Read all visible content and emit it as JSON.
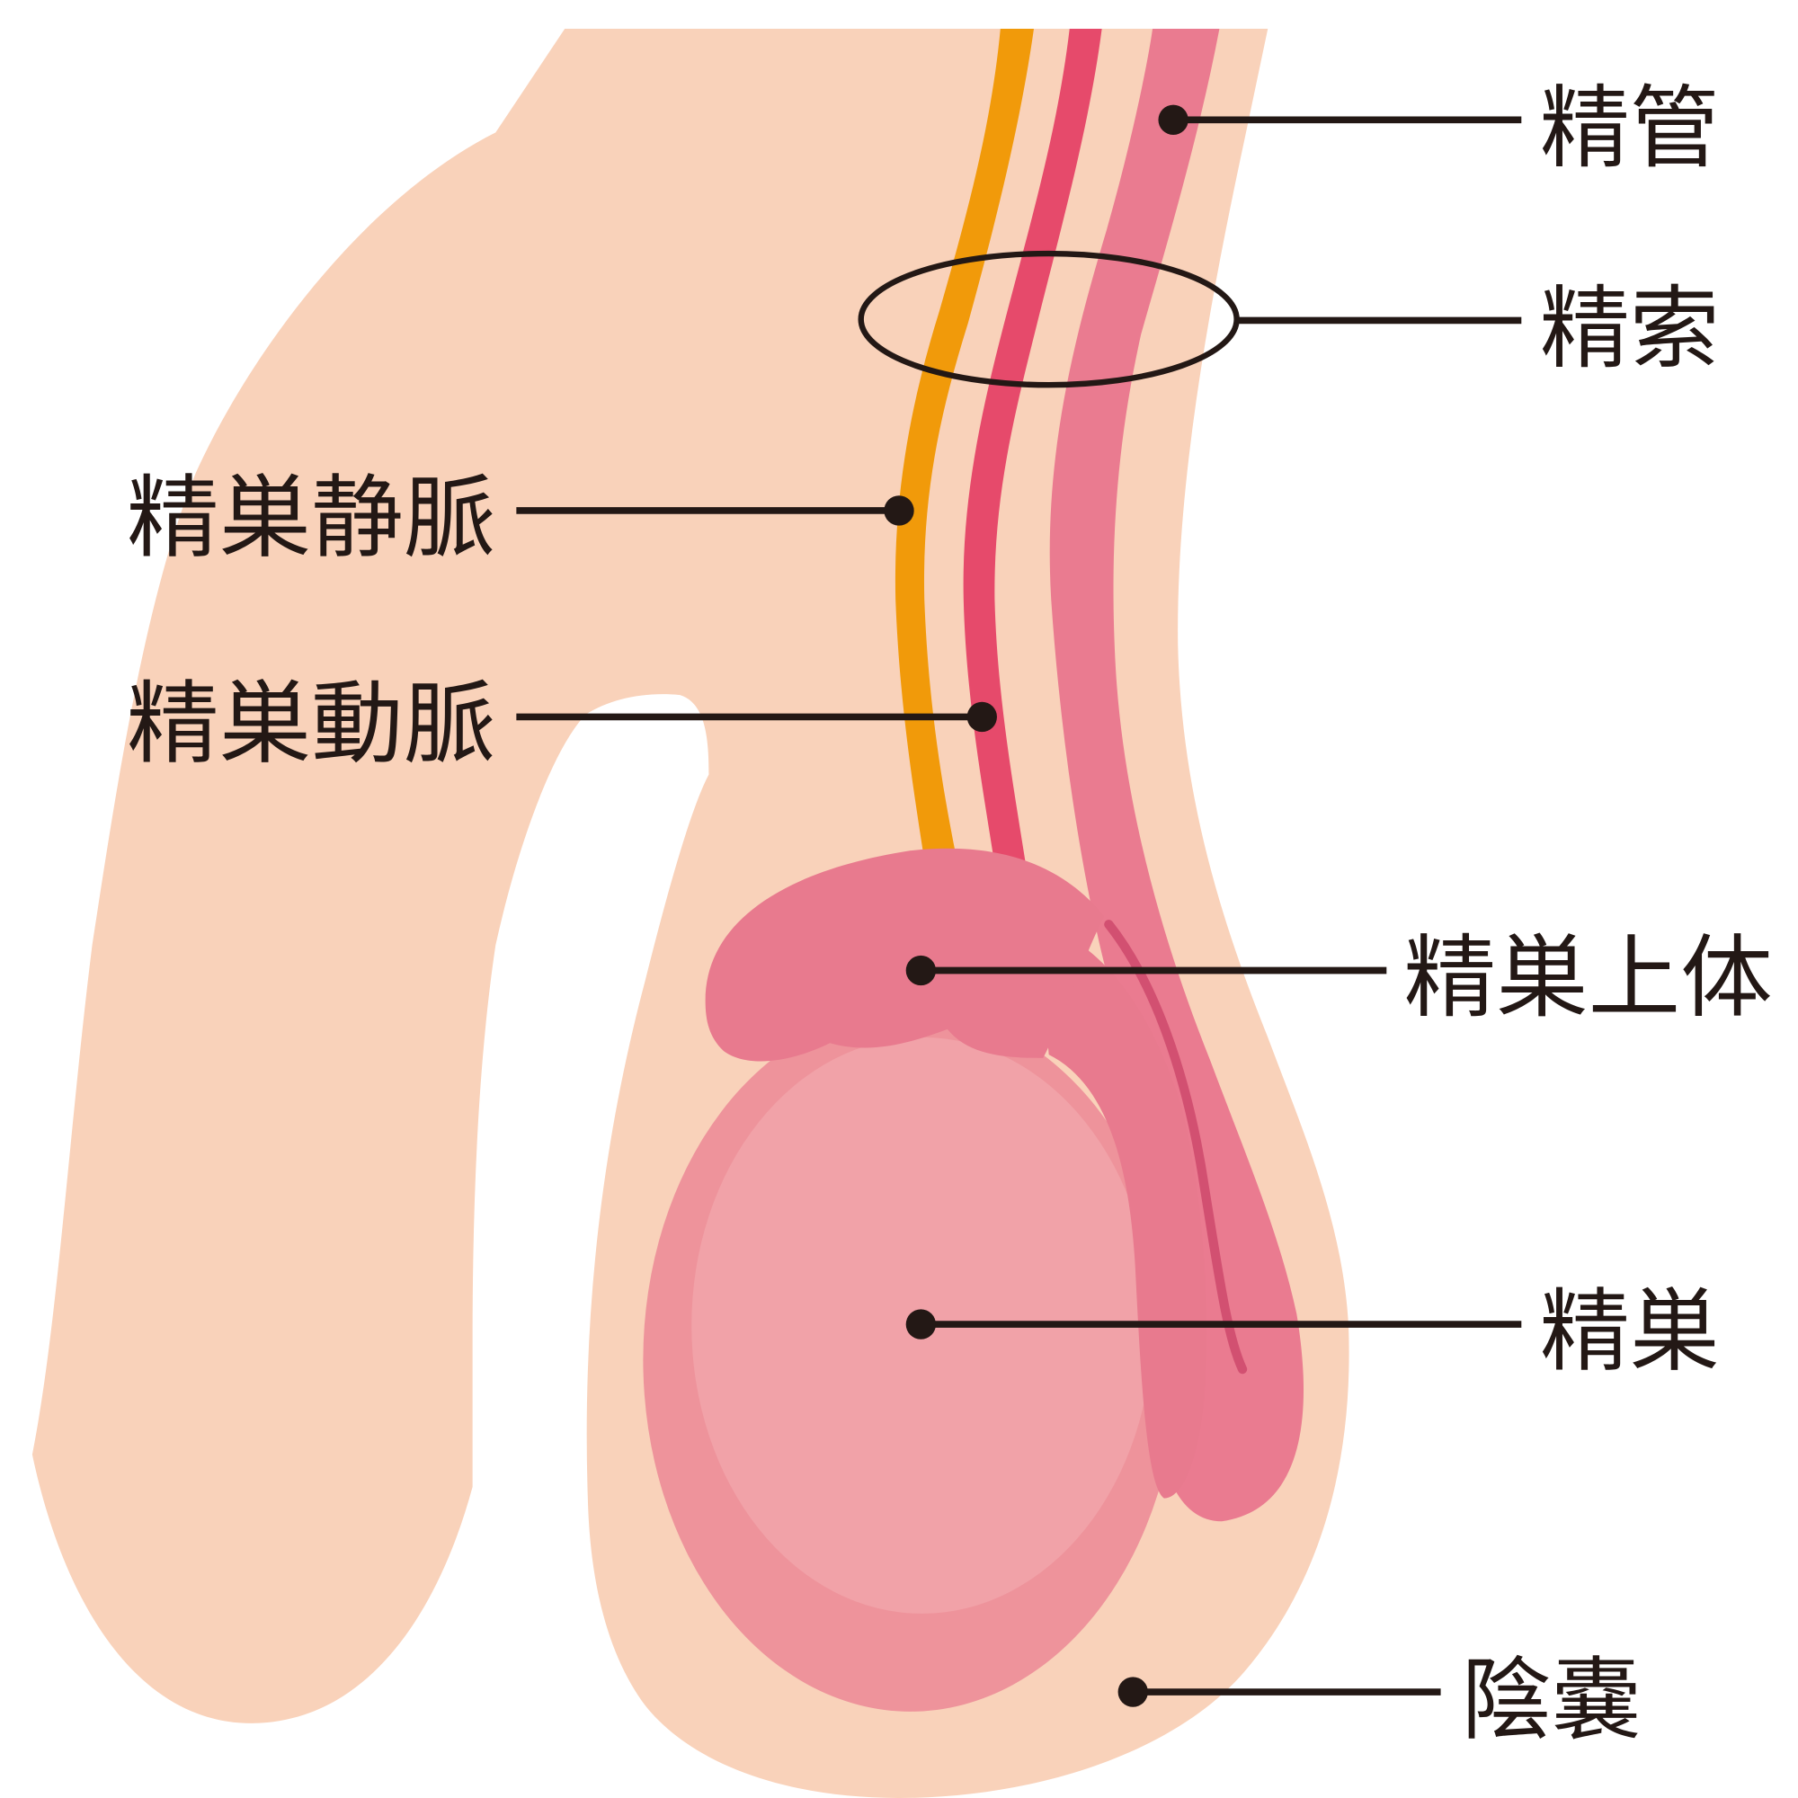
{
  "labels": {
    "vas_deferens": "精管",
    "spermatic_cord": "精索",
    "testicular_vein": "精巣静脈",
    "testicular_artery": "精巣動脈",
    "epididymis": "精巣上体",
    "testis": "精巣",
    "scrotum": "陰嚢"
  },
  "colors": {
    "skin": "#F9D2BA",
    "vein": "#F19A0A",
    "artery": "#E64A6B",
    "vas_deferens": "#EA7B90",
    "epididymis": "#E87A8E",
    "testis_outer": "#EE939B",
    "testis_inner": "#F1A2A8",
    "line": "#231815"
  }
}
